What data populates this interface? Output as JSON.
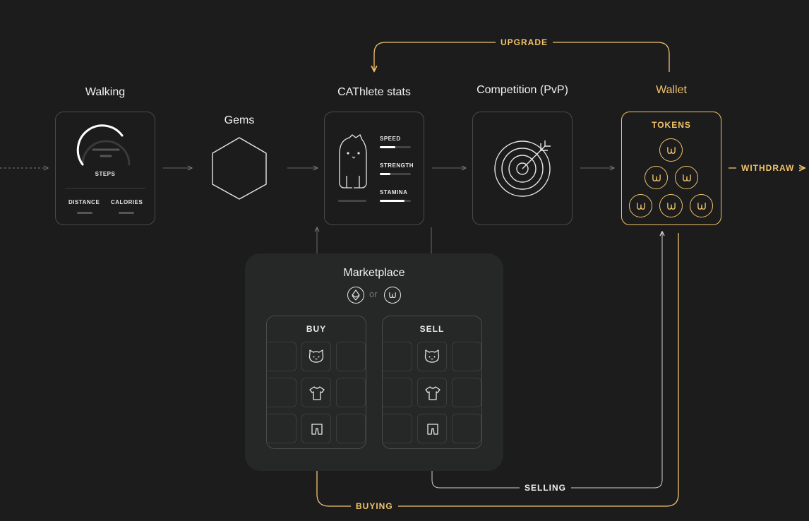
{
  "labels": {
    "walking": "Walking",
    "gems": "Gems",
    "cathlete_stats": "CAThlete stats",
    "competition": "Competition (PvP)",
    "wallet": "Wallet",
    "marketplace": "Marketplace",
    "or": "or"
  },
  "walking_card": {
    "steps": "STEPS",
    "distance": "DISTANCE",
    "calories": "CALORIES"
  },
  "stats_card": {
    "speed": "SPEED",
    "strength": "STRENGTH",
    "stamina": "STAMINA",
    "speed_fill": 0.5,
    "strength_fill": 0.35,
    "stamina_fill": 0.8
  },
  "wallet_card": {
    "tokens": "TOKENS"
  },
  "market": {
    "buy": "BUY",
    "sell": "SELL"
  },
  "flows": {
    "upgrade": "UPGRADE",
    "withdraw": "WITHDRAW",
    "selling": "SELLING",
    "buying": "BUYING"
  },
  "colors": {
    "accent": "#f2c36b",
    "background": "#1c1c1c",
    "panel": "#262727",
    "border": "#4a4a4a"
  },
  "icons": {
    "token": "token-coin-icon",
    "ethereum": "ethereum-icon",
    "cat": "cat-face-icon",
    "shirt": "t-shirt-icon",
    "shorts": "shorts-icon",
    "target": "target-arrow-icon",
    "character": "cat-character-icon"
  }
}
